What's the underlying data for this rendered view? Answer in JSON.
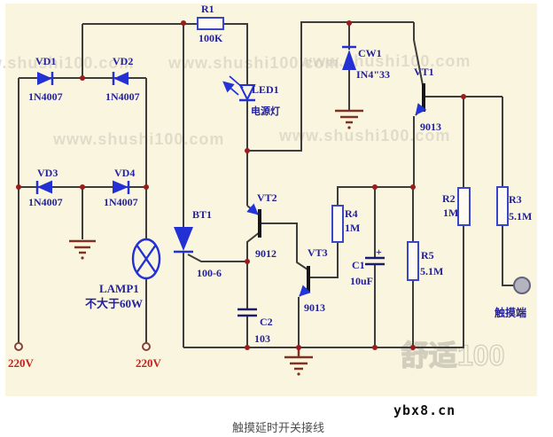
{
  "footer": {
    "caption": "触摸延时开关接线",
    "site": "ybx8.cn"
  },
  "watermark": {
    "url": "www.shushi100.com",
    "logo": "舒适100"
  },
  "components": {
    "r1": {
      "ref": "R1",
      "value": "100K"
    },
    "vd1": {
      "ref": "VD1",
      "value": "1N4007"
    },
    "vd2": {
      "ref": "VD2",
      "value": "1N4007"
    },
    "vd3": {
      "ref": "VD3",
      "value": "1N4007"
    },
    "vd4": {
      "ref": "VD4",
      "value": "1N4007"
    },
    "led1": {
      "ref": "LED1",
      "value": "电源灯"
    },
    "cw1": {
      "ref": "CW1",
      "value": "IN4\"33"
    },
    "bt1": {
      "ref": "BT1",
      "value": "100-6"
    },
    "vt1": {
      "ref": "VT1",
      "value": "9013"
    },
    "vt2": {
      "ref": "VT2",
      "value": "9012"
    },
    "vt3": {
      "ref": "VT3",
      "value": "9013"
    },
    "r2": {
      "ref": "R2",
      "value": "1M"
    },
    "r3": {
      "ref": "R3",
      "value": "5.1M"
    },
    "r4": {
      "ref": "R4",
      "value": "1M"
    },
    "r5": {
      "ref": "R5",
      "value": "5.1M"
    },
    "c1": {
      "ref": "C1",
      "value": "10uF",
      "polarity": "+"
    },
    "c2": {
      "ref": "C2",
      "value": "103"
    },
    "lamp1": {
      "ref": "LAMP1",
      "value": "不大于60W"
    }
  },
  "terminals": {
    "ac_left": "220V",
    "ac_mid": "220V",
    "touch": "触摸端"
  },
  "colors": {
    "background": "#faf5df",
    "wire": "#3d3d3d",
    "component_blue": "#2330d4",
    "label_navy": "#23219c",
    "junction_red": "#9b1c1c",
    "ground_brown": "#7e3222",
    "ac_text_red": "#c5201d"
  }
}
